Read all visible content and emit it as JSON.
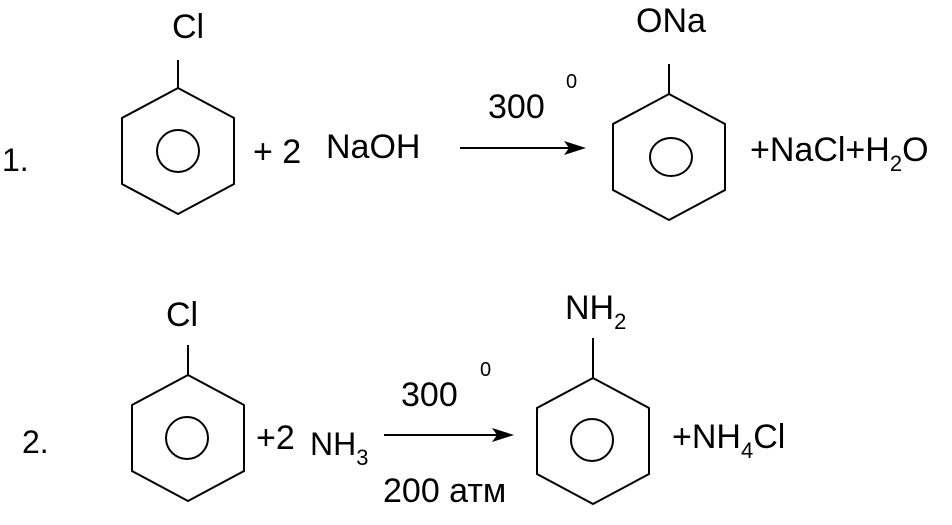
{
  "reactions": [
    {
      "number": "1.",
      "reactant_substituent": "Cl",
      "plus_reagent": "+ 2",
      "reagent": "NaOH",
      "condition_top": "300",
      "condition_degree": "0",
      "product_substituent": "ONa",
      "byproducts": {
        "part1": "+NaCl+H",
        "sub": "2",
        "part2": "O"
      }
    },
    {
      "number": "2.",
      "reactant_substituent": "Cl",
      "plus_reagent": "+2",
      "reagent": {
        "main": "NH",
        "sub": "3"
      },
      "condition_top": "300",
      "condition_degree": "0",
      "condition_bottom": "200 атм",
      "product_substituent": {
        "main": "NH",
        "sub": "2"
      },
      "byproducts": {
        "part1": "+NH",
        "sub": "4",
        "part2": "Cl"
      }
    }
  ]
}
